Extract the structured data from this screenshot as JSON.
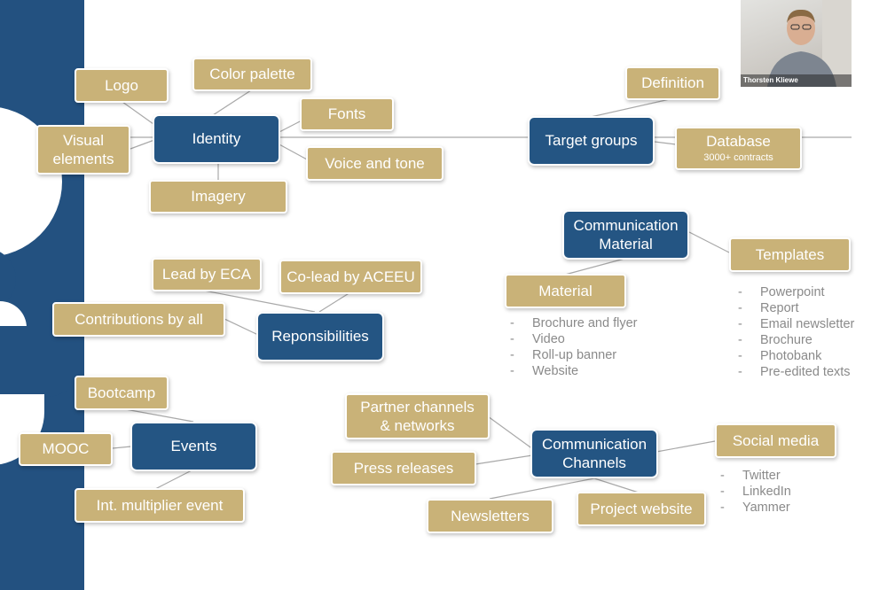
{
  "colors": {
    "accent_blue": "#245583",
    "accent_gold": "#c9b278",
    "line": "#a9a9a9",
    "bullet_text": "#8a8a8a"
  },
  "diagram": {
    "identity": {
      "label": "Identity",
      "children": [
        "Logo",
        "Color palette",
        "Fonts",
        "Voice and tone",
        "Imagery",
        "Visual elements"
      ]
    },
    "target_groups": {
      "label": "Target groups",
      "children": [
        "Definition",
        "Database"
      ],
      "database_note": "3000+ contracts"
    },
    "communication_material": {
      "label": "Communication Material",
      "material": {
        "label": "Material",
        "items": [
          "Brochure and flyer",
          "Video",
          "Roll-up banner",
          "Website"
        ]
      },
      "templates": {
        "label": "Templates",
        "items": [
          "Powerpoint",
          "Report",
          "Email newsletter",
          "Brochure",
          "Photobank",
          "Pre-edited texts"
        ]
      }
    },
    "responsibilities": {
      "label": "Reponsibilities",
      "children": [
        "Lead by ECA",
        "Co-lead by ACEEU",
        "Contributions by all"
      ]
    },
    "events": {
      "label": "Events",
      "children": [
        "Bootcamp",
        "MOOC",
        "Int. multiplier event"
      ]
    },
    "communication_channels": {
      "label": "Communication Channels",
      "children": [
        "Partner channels & networks",
        "Press releases",
        "Newsletters",
        "Project website"
      ],
      "social_media": {
        "label": "Social media",
        "items": [
          "Twitter",
          "LinkedIn",
          "Yammer"
        ]
      }
    }
  },
  "video_tile": {
    "participant_name": "Thorsten Kliewe"
  }
}
